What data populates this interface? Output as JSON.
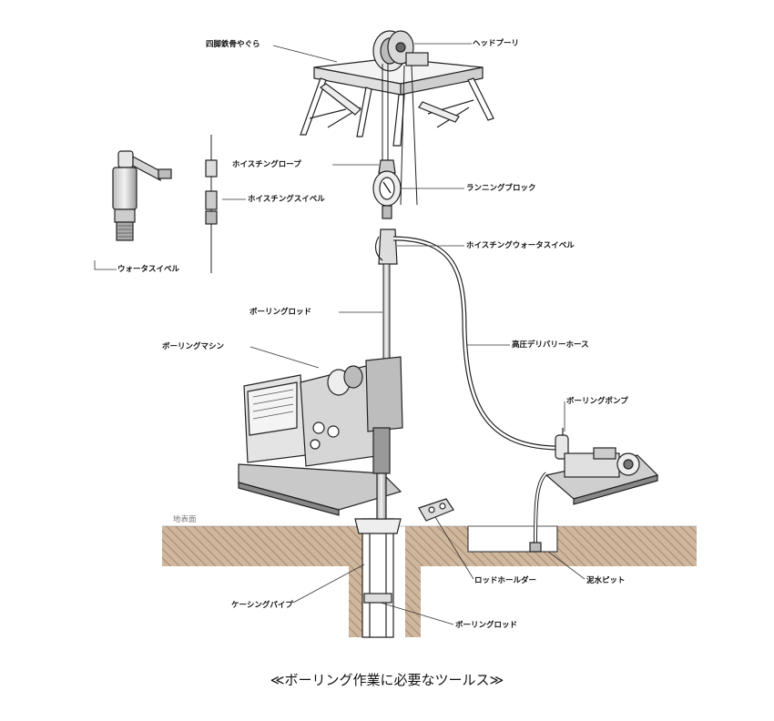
{
  "labels": {
    "derrick": "四脚鉄骨やぐら",
    "head_pulley": "ヘッドプーリ",
    "hoisting_rope": "ホイスチングロープ",
    "hoisting_swivel": "ホイスチングスイベル",
    "running_block": "ランニングブロック",
    "hoisting_water_swivel": "ホイスチングウォータスイベル",
    "water_swivel": "ウォータスイベル",
    "boring_rod_upper": "ボーリングロッド",
    "boring_machine": "ボーリングマシン",
    "high_pressure_hose": "高圧デリバリーホース",
    "boring_pump": "ボーリングポンプ",
    "ground_surface": "地表面",
    "rod_holder": "ロッドホールダー",
    "mud_pit": "泥水ピット",
    "casing_pipe": "ケーシングパイプ",
    "boring_rod_lower": "ボーリングロッド"
  },
  "caption": "≪ボーリング作業に必要なツールス≫",
  "colors": {
    "soil": "#cfb79d",
    "soil_hatch": "#a98f76",
    "line": "#222222",
    "metal": "#e6e6e6",
    "metal_dark": "#555555"
  }
}
